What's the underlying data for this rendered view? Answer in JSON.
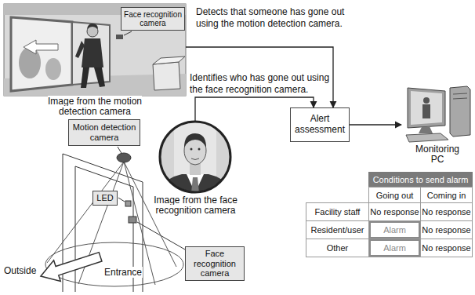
{
  "diagram": {
    "nodes": [
      {
        "text": [
          "Image from the motion detection camera"
        ]
      },
      {
        "text": [
          "Face recognition camera"
        ],
        "in": 0
      },
      {
        "text": [
          "Alert assessment"
        ]
      },
      {
        "text": [
          "Monitoring PC"
        ]
      },
      {
        "text": [
          "Motion detection camera"
        ]
      },
      {
        "text": [
          "LED"
        ]
      },
      {
        "text": [
          "Image from the face recognition camera"
        ]
      },
      {
        "text": [
          "Face recognition camera"
        ]
      }
    ],
    "edges": [
      {
        "from": 0,
        "to": 2,
        "arrow": "to",
        "label": "Detects that someone has gone out using the motion detection camera."
      },
      {
        "from": 6,
        "to": 2,
        "arrow": "to",
        "label": "Identifies who has gone out using the face recognition camera."
      },
      {
        "from": 2,
        "to": 3,
        "arrow": "to"
      }
    ],
    "labels": [
      "Outside",
      "Entrance",
      "Conditions to send alarm",
      "Going out",
      "Coming in",
      "Facility staff",
      "No response",
      "No response",
      "Resident/user",
      "Alarm",
      "No response",
      "Other",
      "Alarm",
      "No response"
    ]
  }
}
